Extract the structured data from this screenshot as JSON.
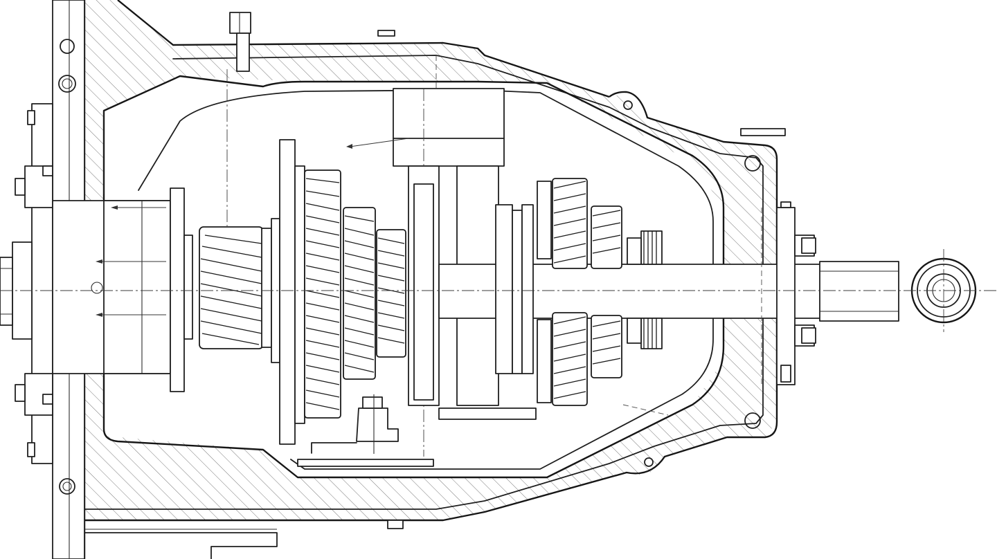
{
  "drawing": {
    "kind": "cross-section line drawing",
    "subject": "gearbox-housing-section",
    "style": "black-line-on-white-with-diagonal-hatching",
    "colors": {
      "line": "#1e1e1e",
      "background": "#ffffff",
      "hatch": "#6a6a6a"
    },
    "components": [
      "housing-section",
      "left-mounting-flange",
      "input-gear-pack",
      "center-bearing-block",
      "output-gear-pack",
      "output-shaft",
      "shaft-end-bearing",
      "mounting-bolts",
      "mounting-holes"
    ]
  }
}
